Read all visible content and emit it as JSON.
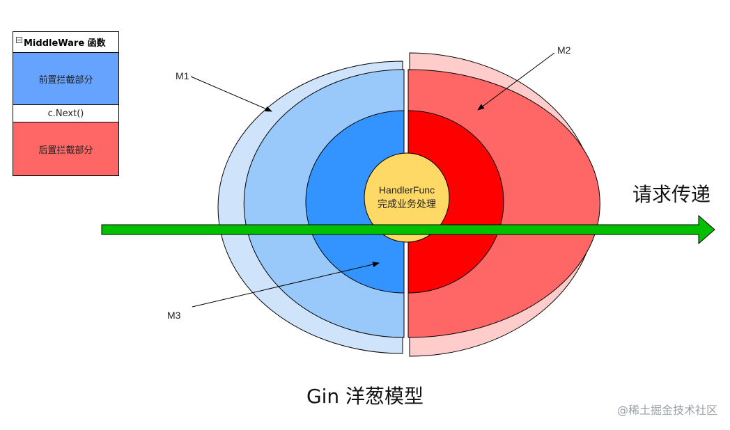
{
  "legend": {
    "title": "MiddleWare 函数",
    "rows": [
      {
        "label": "前置拦截部分",
        "color": "#66a3ff"
      },
      {
        "label": "c.Next()",
        "color": "#ffffff"
      },
      {
        "label": "后置拦截部分",
        "color": "#ff6666"
      }
    ]
  },
  "onion": {
    "rings": {
      "outer": {
        "left_color": "#cfe4fb",
        "right_color": "#ffcccc"
      },
      "middle": {
        "left_color": "#99c9fb",
        "right_color": "#ff6666"
      },
      "inner": {
        "left_color": "#3393ff",
        "right_color": "#ff0000"
      }
    },
    "core": {
      "line1": "HandlerFunc",
      "line2": "完成业务处理",
      "color": "#ffd966"
    }
  },
  "labels": {
    "m1": "M1",
    "m2": "M2",
    "m3": "M3"
  },
  "arrow": {
    "label": "请求传递",
    "color": "#00c000"
  },
  "title": "Gin 洋葱模型",
  "watermark": "@稀土掘金技术社区"
}
